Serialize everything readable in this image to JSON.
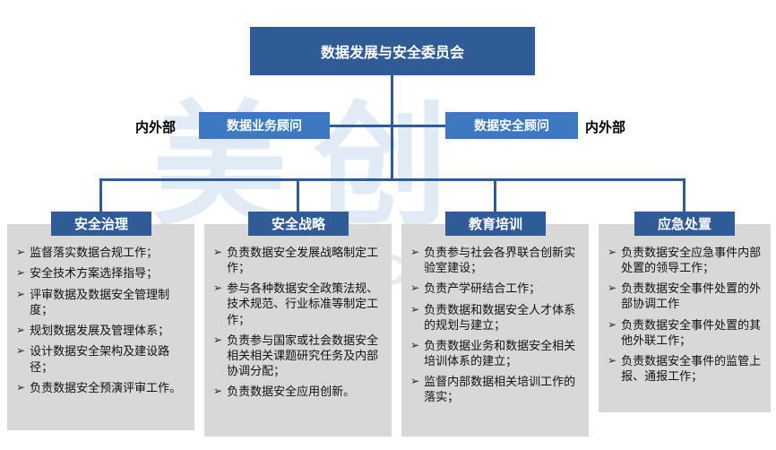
{
  "bullet_icon": "➢",
  "watermark": {
    "cn": "美创",
    "en": "MEICHUANG"
  },
  "root": {
    "label": "数据发展与安全委员会"
  },
  "advisors": {
    "left_external_label": "内外部",
    "right_external_label": "内外部",
    "left_label": "数据业务顾问",
    "right_label": "数据安全顾问"
  },
  "columns": [
    {
      "title": "安全治理",
      "items": [
        "监督落实数据合规工作；",
        "安全技术方案选择指导；",
        "评审数据及数据安全管理制度；",
        "规划数据发展及管理体系；",
        "设计数据安全架构及建设路径；",
        "负责数据安全预演评审工作。"
      ]
    },
    {
      "title": "安全战略",
      "items": [
        "负责数据安全发展战略制定工作；",
        "参与各种数据安全政策法规、技术规范、行业标准等制定工作；",
        "负责参与国家或社会数据安全相关相关课题研究任务及内部协调分配；",
        "负责数据安全应用创新。"
      ]
    },
    {
      "title": "教育培训",
      "items": [
        "负责参与社会各界联合创新实验室建设；",
        "负责产学研结合工作；",
        "负责数据和数据安全人才体系的规划与建立；",
        "负责数据业务和数据安全相关培训体系的建立；",
        "监督内部数据相关培训工作的落实；"
      ]
    },
    {
      "title": "应急处置",
      "items": [
        "负责数据安全应急事件内部处置的领导工作；",
        "负责数据安全事件处置的外部协调工作",
        "负责数据安全事件处置的其他外联工作；",
        "负责数据安全事件的监管上报、通报工作；"
      ]
    }
  ],
  "colors": {
    "primary_dark_blue": "#2f5b97",
    "advisor_blue": "#3d79c0",
    "panel_gray": "#d8d8d8",
    "watermark_blue": "#bcd4ea"
  }
}
